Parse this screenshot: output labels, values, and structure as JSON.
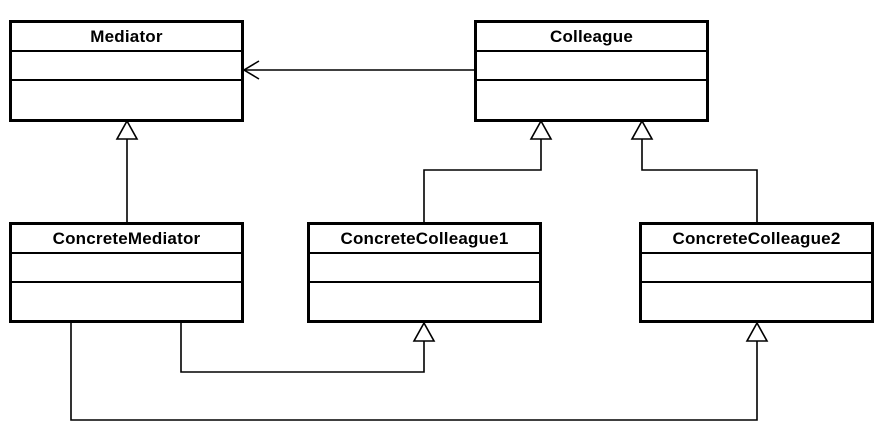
{
  "diagram": {
    "type": "uml-class-diagram",
    "classes": {
      "mediator": {
        "name": "Mediator"
      },
      "colleague": {
        "name": "Colleague"
      },
      "concrete_mediator": {
        "name": "ConcreteMediator"
      },
      "concrete_colleague1": {
        "name": "ConcreteColleague1"
      },
      "concrete_colleague2": {
        "name": "ConcreteColleague2"
      }
    },
    "relationships": [
      {
        "type": "association",
        "from": "Colleague",
        "to": "Mediator"
      },
      {
        "type": "generalization",
        "from": "ConcreteMediator",
        "to": "Mediator"
      },
      {
        "type": "generalization",
        "from": "ConcreteColleague1",
        "to": "Colleague"
      },
      {
        "type": "generalization",
        "from": "ConcreteColleague2",
        "to": "Colleague"
      },
      {
        "type": "generalization",
        "from": "ConcreteMediator",
        "to": "ConcreteColleague1"
      },
      {
        "type": "generalization",
        "from": "ConcreteMediator",
        "to": "ConcreteColleague2"
      }
    ]
  }
}
